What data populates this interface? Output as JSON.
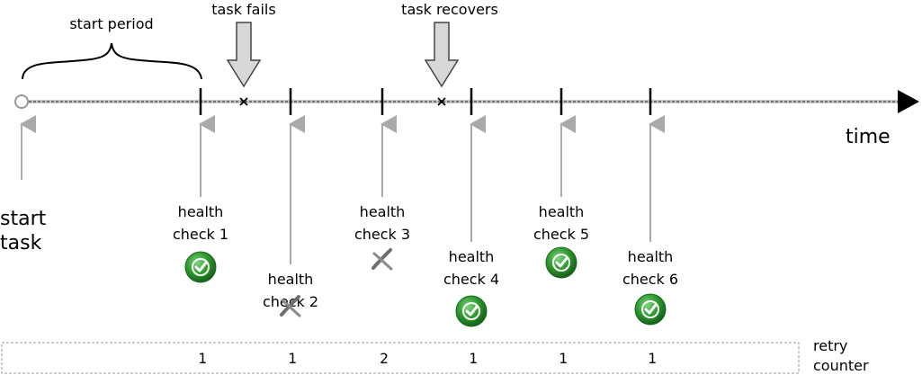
{
  "timeline": {
    "time_label": "time",
    "start_period_label": "start period",
    "task_fails_label": "task fails",
    "task_recovers_label": "task recovers",
    "start_task": [
      "start",
      "task"
    ]
  },
  "health_checks": [
    {
      "line1": "health",
      "line2": "check 1",
      "status": "pass",
      "retry": "1"
    },
    {
      "line1": "health",
      "line2": "check 2",
      "status": "fail",
      "retry": "1"
    },
    {
      "line1": "health",
      "line2": "check 3",
      "status": "fail",
      "retry": "2"
    },
    {
      "line1": "health",
      "line2": "check 4",
      "status": "pass",
      "retry": "1"
    },
    {
      "line1": "health",
      "line2": "check 5",
      "status": "pass",
      "retry": "1"
    },
    {
      "line1": "health",
      "line2": "check 6",
      "status": "pass",
      "retry": "1"
    }
  ],
  "retry_counter": {
    "label_line1": "retry",
    "label_line2": "counter"
  },
  "icons": {
    "pass": "green-checkmark-badge-icon",
    "fail": "gray-x-mark-icon"
  },
  "colors": {
    "pass_green": "#2e9a2e",
    "fail_gray": "#707070",
    "arrow_gray": "#a9a9a9"
  }
}
